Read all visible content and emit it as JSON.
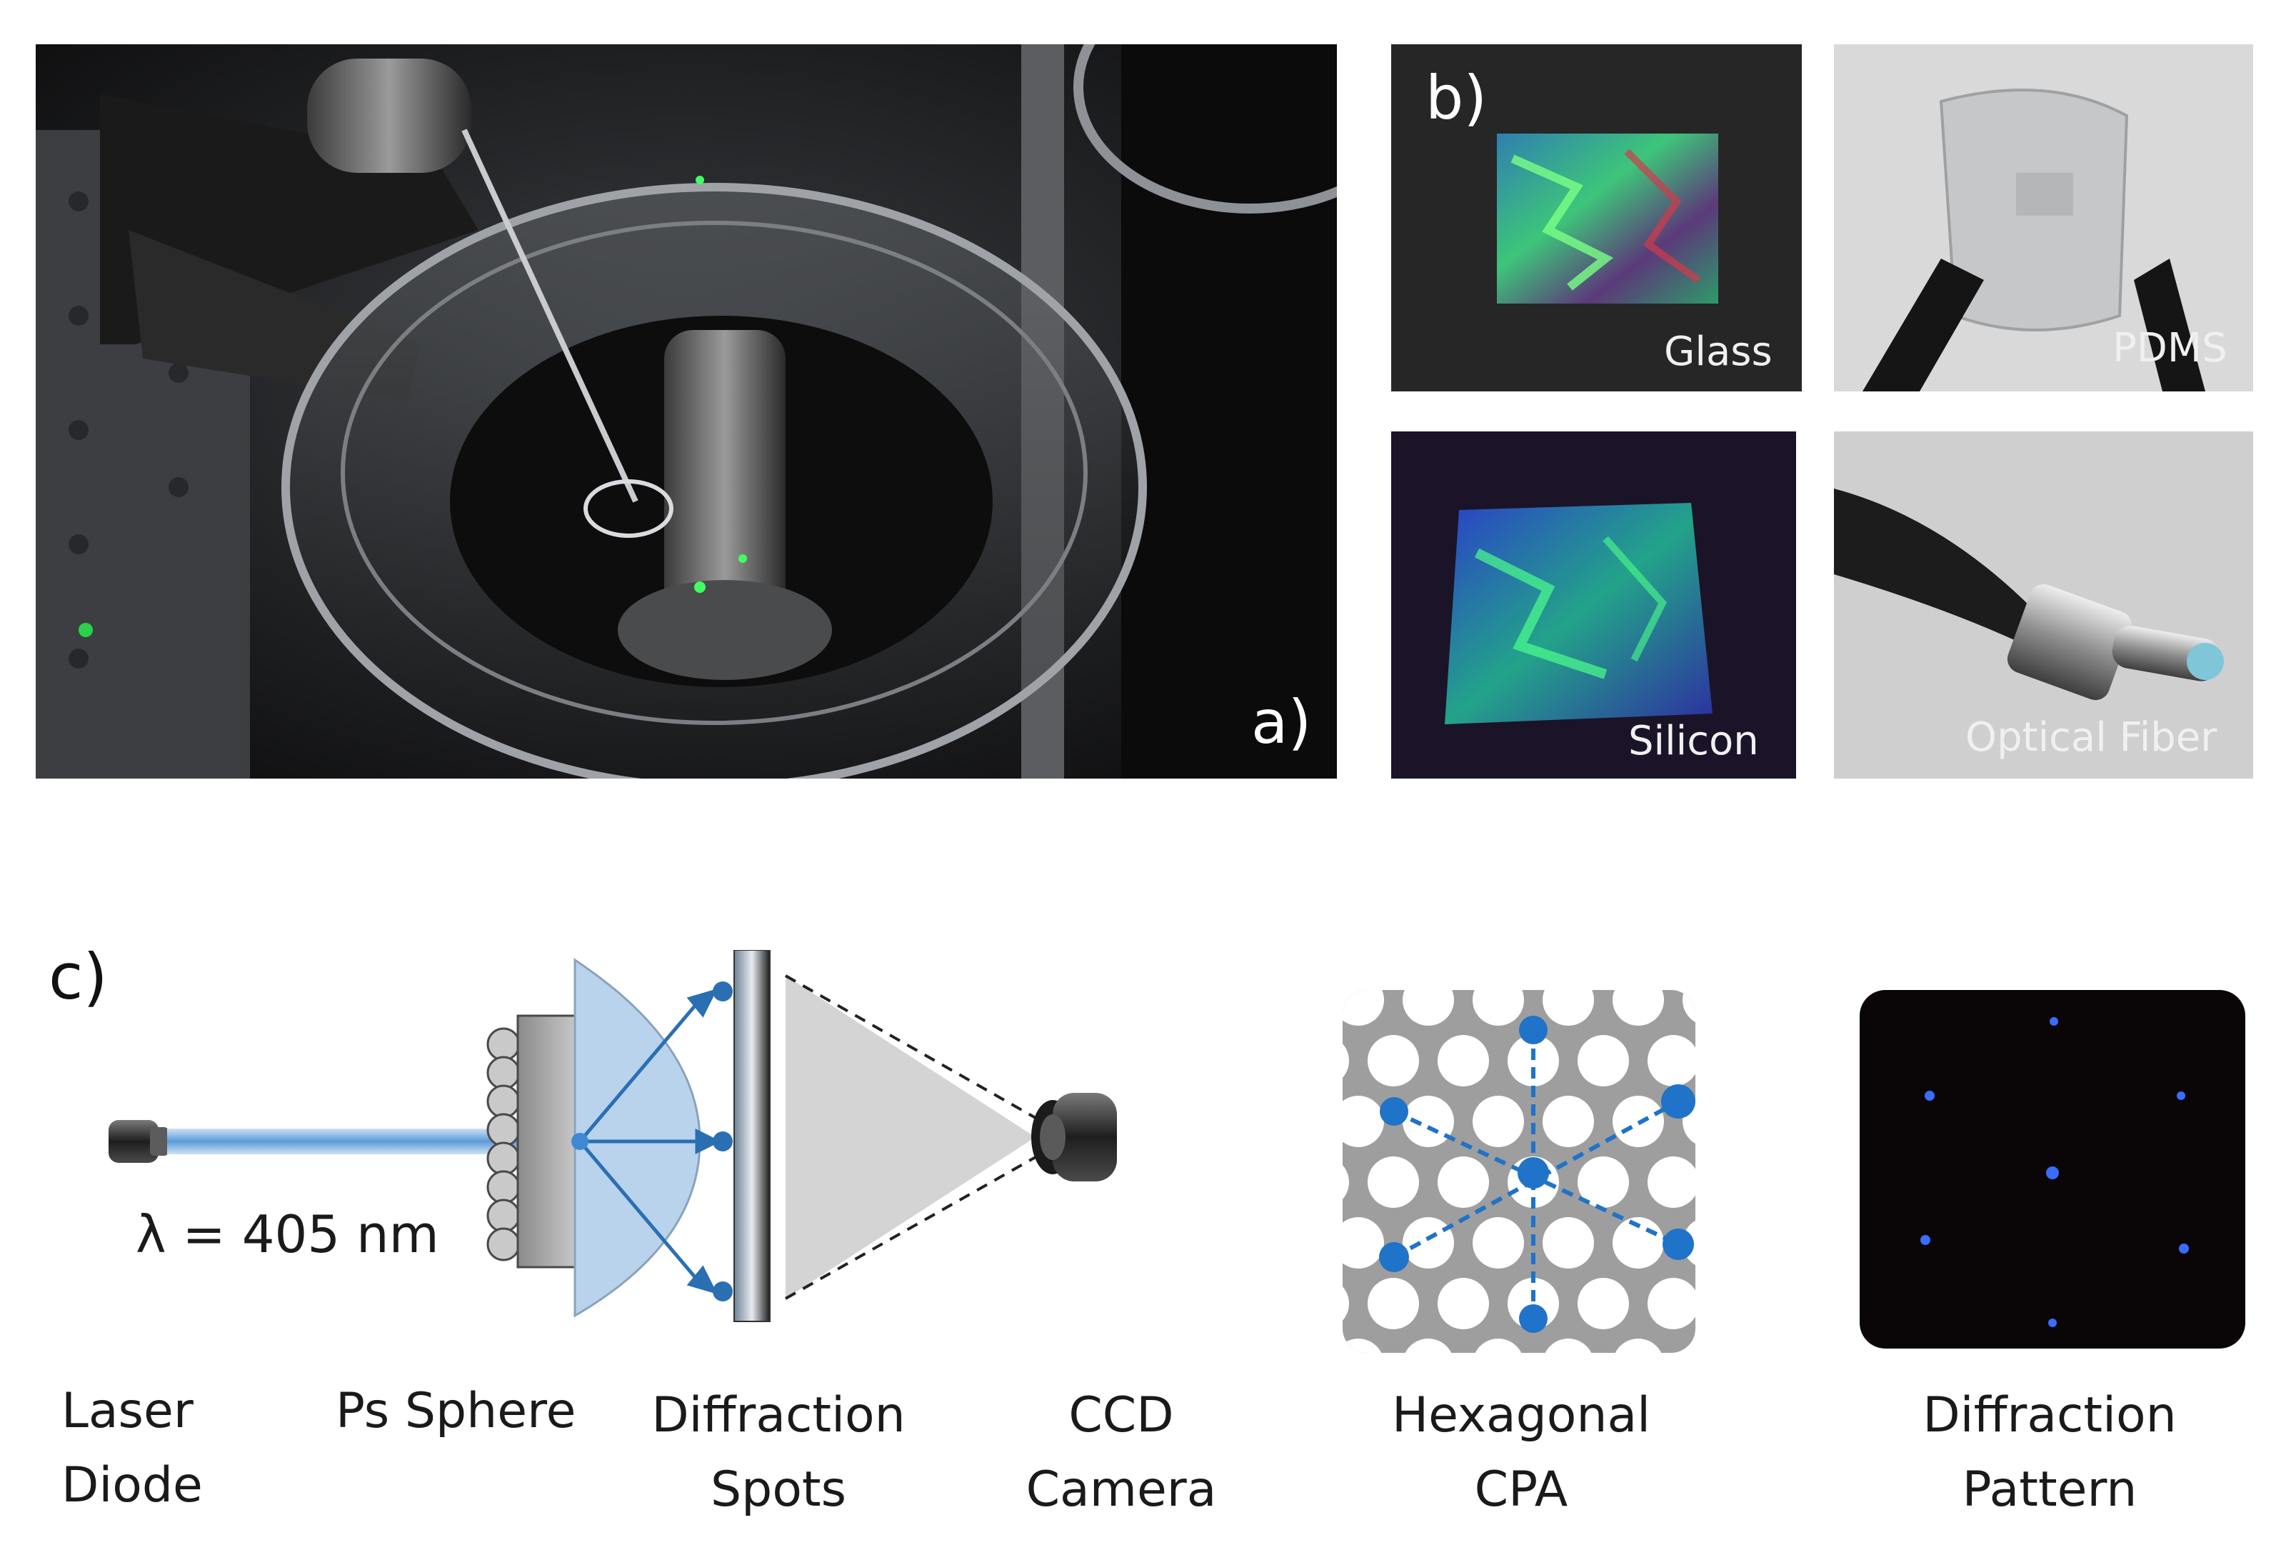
{
  "panels": {
    "a": {
      "letter": "a)"
    },
    "b": {
      "letter": "b)",
      "substrates": [
        "Glass",
        "PDMS",
        "Silicon",
        "Optical Fiber"
      ]
    },
    "c": {
      "letter": "c)",
      "wavelength": "λ = 405 nm",
      "labels": {
        "laser_line1": "Laser",
        "laser_line2": "Diode",
        "sphere": "Ps Sphere",
        "spots_line1": "Diffraction",
        "spots_line2": "Spots",
        "ccd_line1": "CCD",
        "ccd_line2": "Camera",
        "hex_line1": "Hexagonal",
        "hex_line2": "CPA",
        "pattern_line1": "Diffraction",
        "pattern_line2": "Pattern"
      }
    }
  },
  "colors": {
    "laser_blue": "#3f88d4",
    "lens_blue": "#b9d3ec",
    "dot_blue": "#1f73c8",
    "dark_bg": "#0a0608"
  }
}
